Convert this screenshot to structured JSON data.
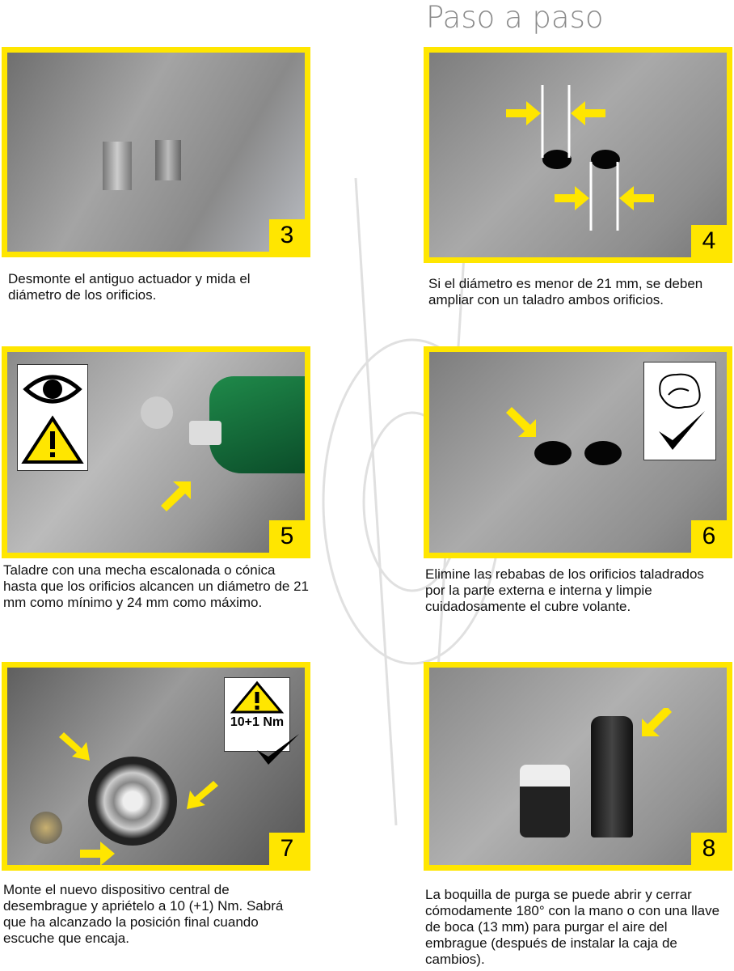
{
  "title": "Paso a paso",
  "steps": [
    {
      "number": "3",
      "caption": "Desmonte el antiguo actuador  y mida el diámetro de los orificios."
    },
    {
      "number": "4",
      "caption": "Si el diámetro es menor de 21 mm, se deben ampliar con un taladro ambos orificios."
    },
    {
      "number": "5",
      "caption": "Taladre con una mecha escalonada o cónica hasta que los orificios alcancen un diámetro de 21 mm como mínimo y 24 mm como máximo."
    },
    {
      "number": "6",
      "caption": "Elimine las rebabas de los orificios taladrados por la parte externa e interna y limpie cuidadosamente el cubre volante."
    },
    {
      "number": "7",
      "caption": "Monte el nuevo dispositivo central de desembrague y apriételo a 10 (+1) Nm. Sabrá que ha alcanzado la posición final cuando escuche que encaja.",
      "torque_label": "10+1 Nm"
    },
    {
      "number": "8",
      "caption": "La boquilla de purga se puede abrir y cerrar cómodamente 180° con la mano o con una llave de boca (13 mm) para purgar el aire del embrague (después de instalar la caja de cambios)."
    }
  ],
  "colors": {
    "accent": "#ffe600",
    "title": "#8a8a8a"
  }
}
